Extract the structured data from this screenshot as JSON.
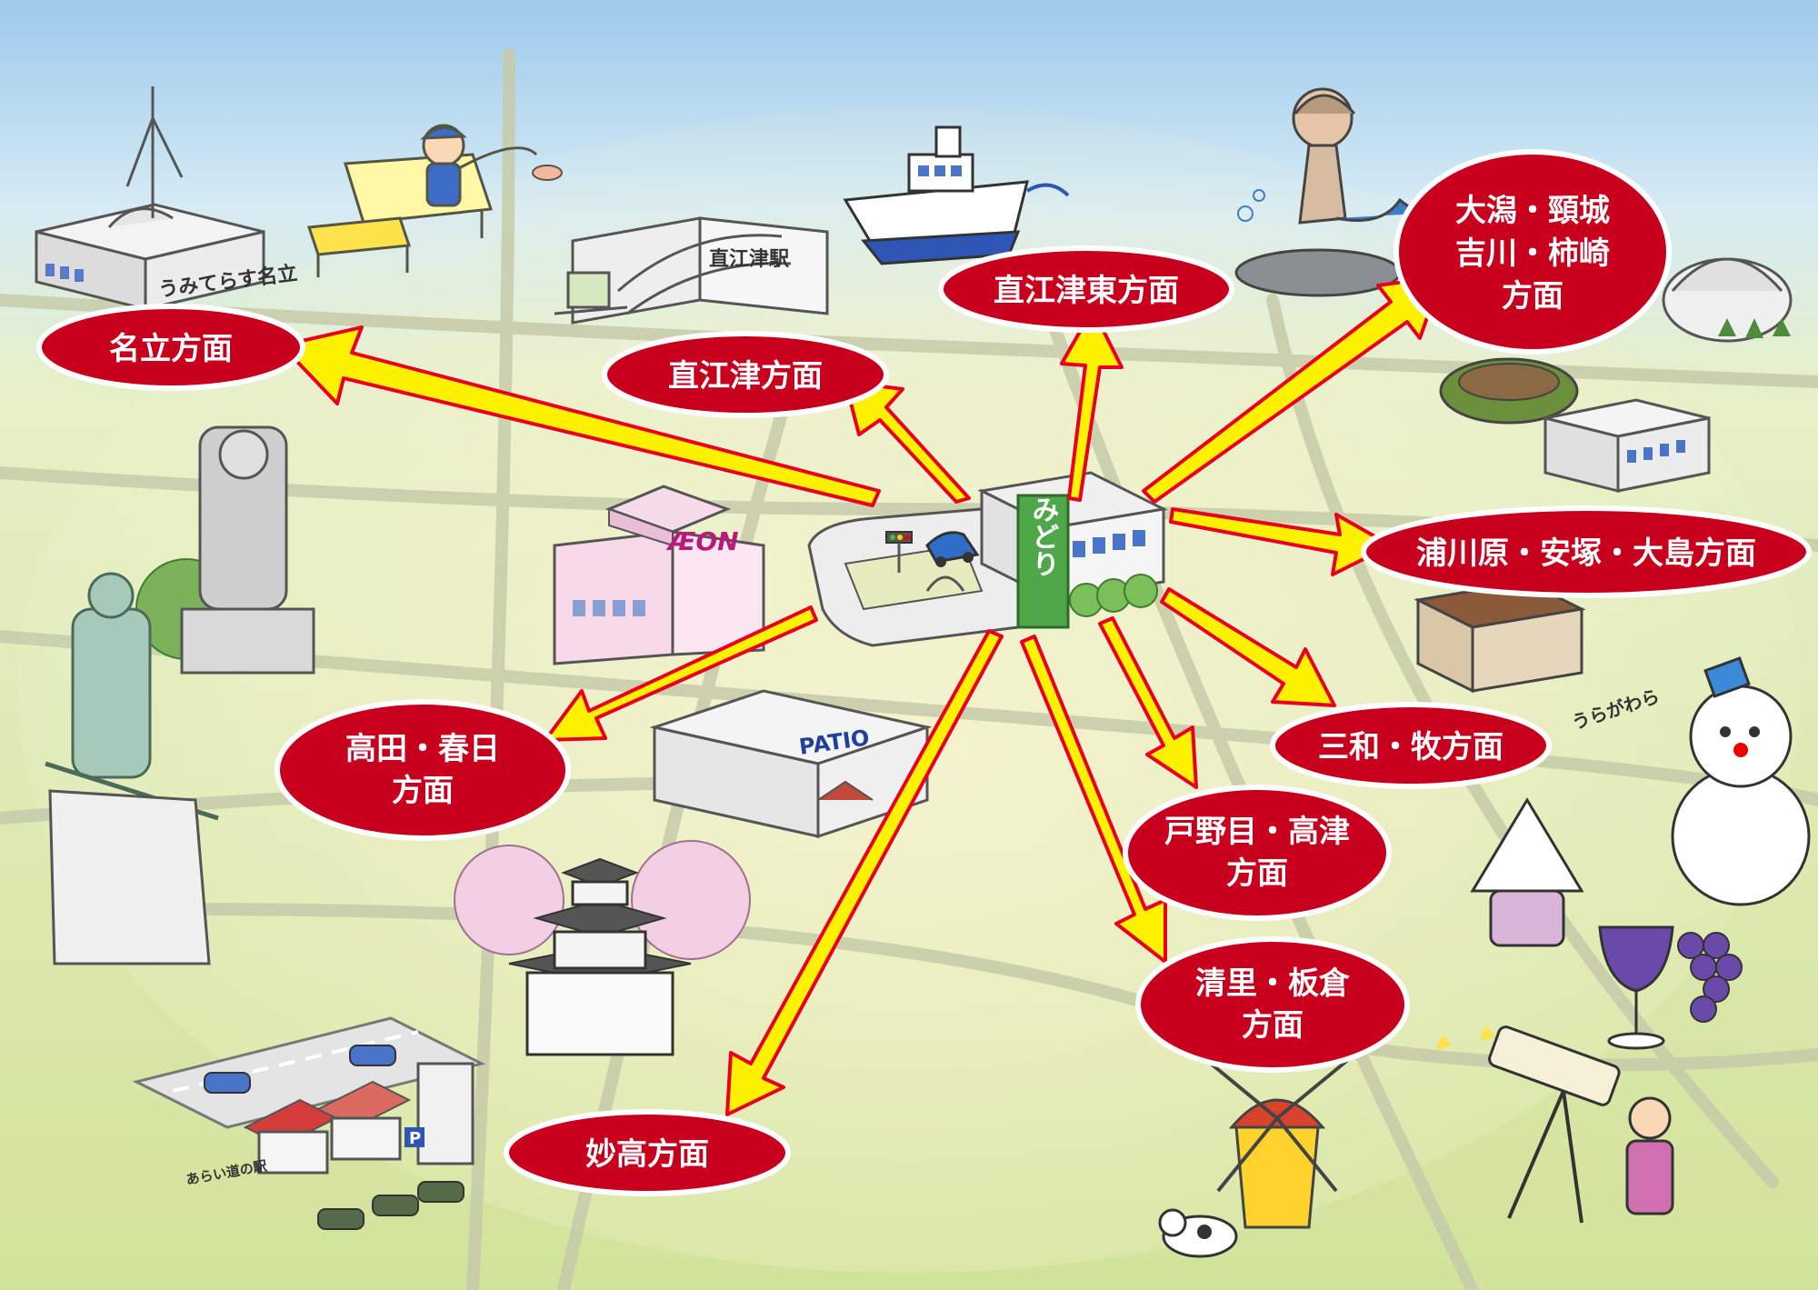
{
  "colors": {
    "sky_top": "#9cc9ec",
    "sky_mid": "#d8ecf4",
    "ground": "#dbe9a6",
    "bubble_fill": "#c8001e",
    "bubble_stroke": "#ffffff",
    "arrow_fill": "#fff200",
    "arrow_stroke": "#e8001c",
    "road": "#c3c9ac"
  },
  "center": {
    "name": "みどり",
    "sign": "みどり"
  },
  "destinations": [
    {
      "id": "nadachi",
      "lines": [
        "名立方面"
      ]
    },
    {
      "id": "naoetsu",
      "lines": [
        "直江津方面"
      ]
    },
    {
      "id": "naoetsu-east",
      "lines": [
        "直江津東方面"
      ]
    },
    {
      "id": "ogata",
      "lines": [
        "大潟・頸城",
        "吉川・柿崎",
        "方面"
      ]
    },
    {
      "id": "urakawara",
      "lines": [
        "浦川原・安塚・大島方面"
      ]
    },
    {
      "id": "sanwa",
      "lines": [
        "三和・牧方面"
      ]
    },
    {
      "id": "tonome",
      "lines": [
        "戸野目・高津",
        "方面"
      ]
    },
    {
      "id": "kiyosato",
      "lines": [
        "清里・板倉",
        "方面"
      ]
    },
    {
      "id": "myoko",
      "lines": [
        "妙高方面"
      ]
    },
    {
      "id": "takada",
      "lines": [
        "高田・春日",
        "方面"
      ]
    }
  ],
  "landmarks": {
    "umiterasu_sign": "うみてらす名立",
    "station_sign": "直江津駅",
    "aeon_logo": "ÆON",
    "patio_logo": "PATIO",
    "uragawara_sign": "うらがわら",
    "michinoeki_sign": "あらい道の駅",
    "parking_sign": "P"
  },
  "icons": {
    "windmill": "wind-turbine-icon",
    "fisherman": "fisherman-icon",
    "ferry": "ferry-ship-icon",
    "mermaid": "mermaid-statue-icon",
    "snowman": "snowman-mascot-icon",
    "castle": "castle-icon",
    "grape": "grapes-wine-icon",
    "telescope": "telescope-icon",
    "dutch_windmill": "dutch-windmill-icon",
    "skier_statue": "skier-statue-icon",
    "armor_statue": "armor-statue-icon",
    "cow": "cow-icon"
  }
}
